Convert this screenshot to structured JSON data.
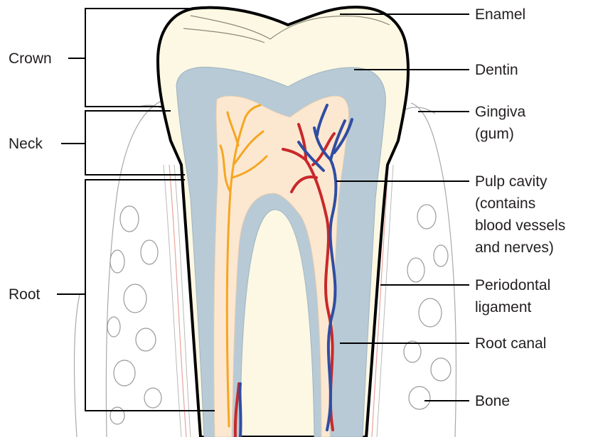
{
  "region_labels": {
    "crown": "Crown",
    "neck": "Neck",
    "root": "Root"
  },
  "part_labels": {
    "enamel": "Enamel",
    "dentin": "Dentin",
    "gingiva_line1": "Gingiva",
    "gingiva_line2": "(gum)",
    "pulp_line1": "Pulp cavity",
    "pulp_line2": "(contains",
    "pulp_line3": "blood vessels",
    "pulp_line4": "and nerves)",
    "periodontal_line1": "Periodontal",
    "periodontal_line2": "ligament",
    "root_canal": "Root canal",
    "bone": "Bone"
  },
  "colors": {
    "enamel": "#fcf8e3",
    "dentin": "#b7cad6",
    "pulp": "#fce8d1",
    "nerve": "#f5a623",
    "artery": "#c8282b",
    "vein": "#2f4da3",
    "ligament": "#e7a39a"
  }
}
